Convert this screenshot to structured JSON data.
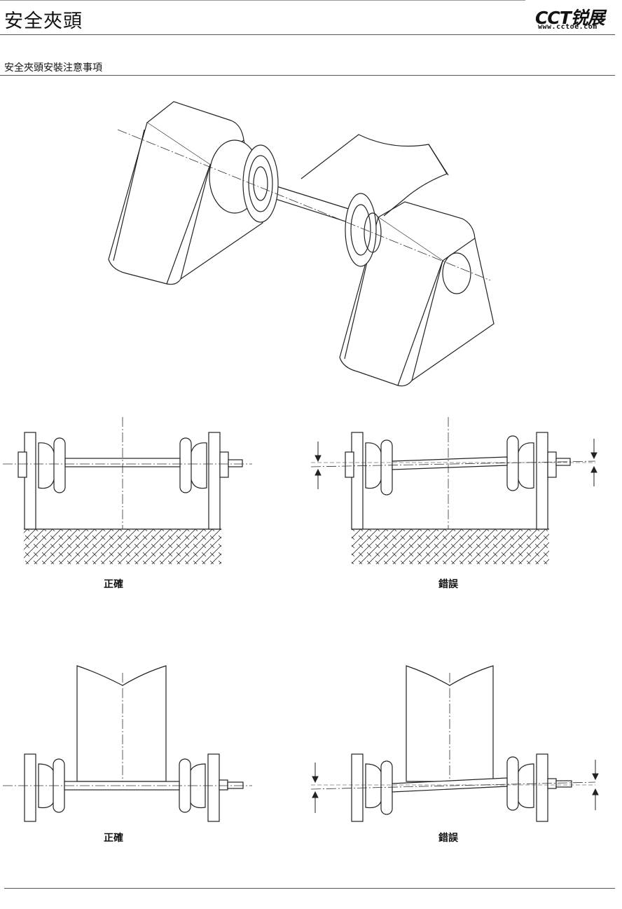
{
  "header": {
    "title": "安全夾頭",
    "logo_main": "CCT锐展",
    "logo_url": "www.cctoe.com"
  },
  "section": {
    "subtitle": "安全夾頭安裝注意事項"
  },
  "figures": {
    "top_left_caption": "正確",
    "top_right_caption": "錯誤",
    "bottom_left_caption": "正確",
    "bottom_right_caption": "錯誤"
  }
}
